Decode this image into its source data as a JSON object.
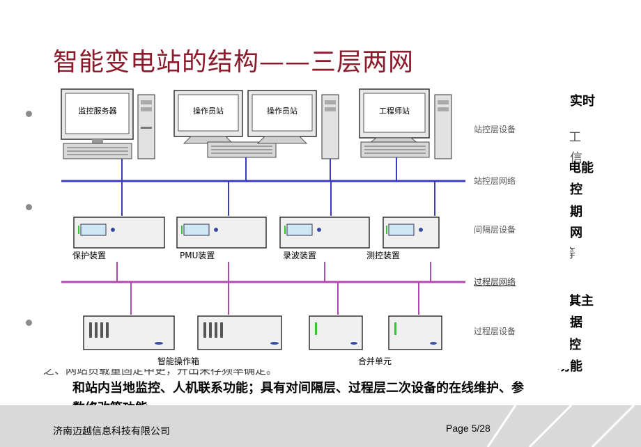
{
  "slide": {
    "title": "智能变电站的结构——三层两网",
    "right_fragments": [
      "或实时",
      "工",
      "首信",
      "电能",
      "协控",
      "司期",
      "的网",
      "等",
      "户",
      "其主",
      "数据",
      "控",
      "功能"
    ],
    "bottom_cut_text": "之、网站员载量固定中更，开出来存频率确定。",
    "paragraph_lines": [
      "和站内当地监控、人机联系功能；具有对间隔层、过程层二次设备的在线维护、参",
      "数修改等功能。"
    ]
  },
  "diagram": {
    "top_devices": [
      "监控服务器",
      "操作员站",
      "操作员站",
      "工程师站"
    ],
    "bay_devices": [
      "保护装置",
      "PMU装置",
      "录波装置",
      "测控装置"
    ],
    "process_devices": [
      "智能操作箱",
      "合并单元"
    ],
    "layer_labels": [
      "站控层设备",
      "站控层网络",
      "间隔层设备",
      "过程层网络",
      "过程层设备"
    ],
    "colors": {
      "station_net": "#3b3bbf",
      "process_net": "#b04ab0",
      "screen": "#cfe6f5"
    }
  },
  "footer": {
    "company": "济南迈越信息科技有限公司",
    "page": "Page 5/28"
  }
}
